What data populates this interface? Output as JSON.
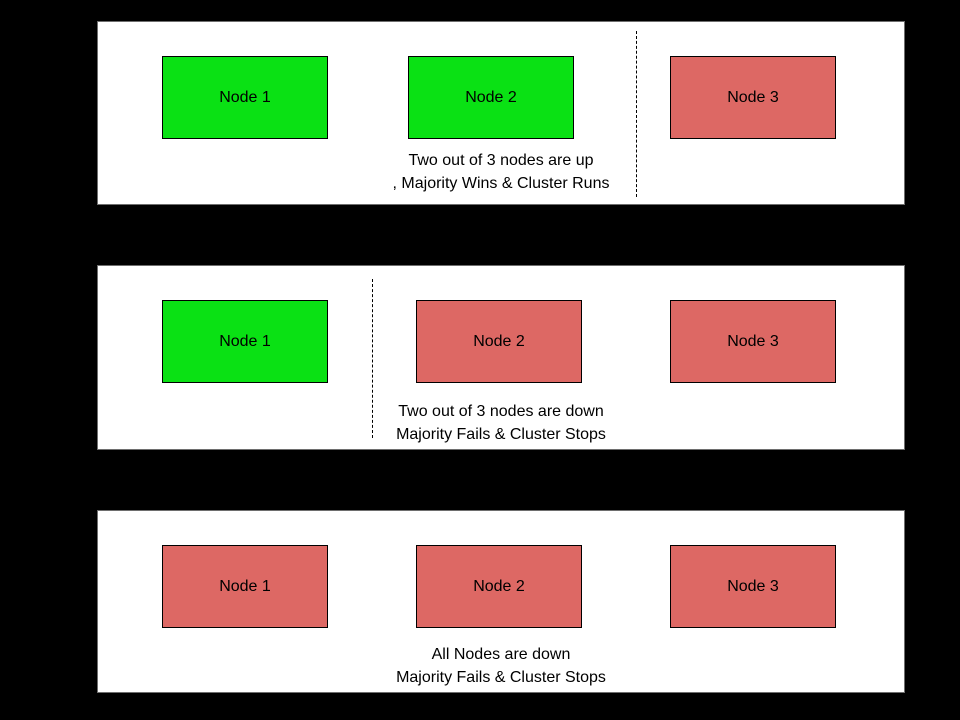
{
  "colors": {
    "background": "#000000",
    "panel_bg": "#ffffff",
    "panel_border": "#6e6e6e",
    "node_up": "#0ae114",
    "node_down": "#dd6864",
    "node_border": "#000000",
    "text": "#000000"
  },
  "panels": [
    {
      "nodes": [
        {
          "label": "Node 1",
          "status": "up"
        },
        {
          "label": "Node 2",
          "status": "up"
        },
        {
          "label": "Node 3",
          "status": "down"
        }
      ],
      "caption": [
        "Two out of 3 nodes are up",
        ", Majority Wins & Cluster Runs"
      ]
    },
    {
      "nodes": [
        {
          "label": "Node 1",
          "status": "up"
        },
        {
          "label": "Node 2",
          "status": "down"
        },
        {
          "label": "Node 3",
          "status": "down"
        }
      ],
      "caption": [
        "Two out of 3 nodes are down",
        "Majority Fails & Cluster Stops"
      ]
    },
    {
      "nodes": [
        {
          "label": "Node 1",
          "status": "down"
        },
        {
          "label": "Node 2",
          "status": "down"
        },
        {
          "label": "Node 3",
          "status": "down"
        }
      ],
      "caption": [
        "All Nodes are down",
        "Majority Fails & Cluster Stops"
      ]
    }
  ]
}
